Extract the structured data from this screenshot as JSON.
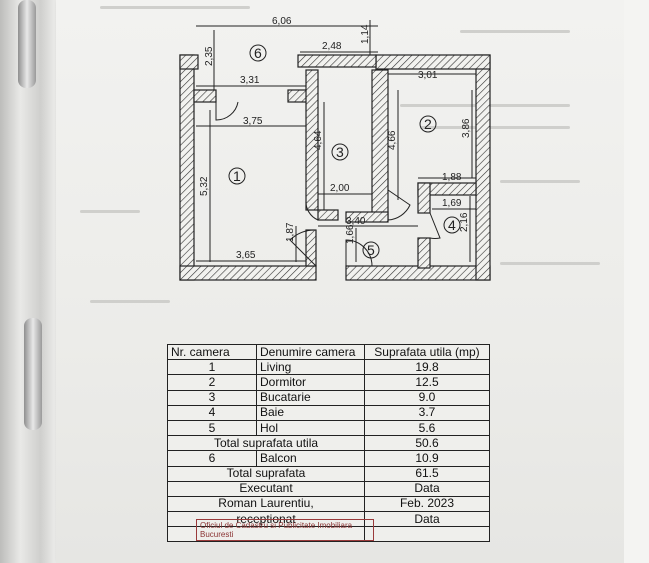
{
  "plan": {
    "dimensions": {
      "top_total": "6,06",
      "top_right": "1,14",
      "left_balcony": "2,35",
      "balcony_width": "2,48",
      "living_top": "3,31",
      "bedroom_width": "3,01",
      "living_width": "3,75",
      "kitchen_height": "4,64",
      "kitchen_height2": "4,66",
      "bedroom_height": "3,86",
      "living_height": "5,32",
      "kitchen_width": "2,00",
      "bath_top": "1,88",
      "bath_width": "1,69",
      "bath_height": "2,16",
      "hall_width": "3,40",
      "living_lower": "1,87",
      "hall_height": "1,66",
      "living_bottom": "3,65"
    },
    "room_numbers": [
      "1",
      "2",
      "3",
      "4",
      "5",
      "6"
    ]
  },
  "table": {
    "headers": [
      "Nr. camera",
      "Denumire camera",
      "Suprafata utila (mp)"
    ],
    "rows": [
      [
        "1",
        "Living",
        "19.8"
      ],
      [
        "2",
        "Dormitor",
        "12.5"
      ],
      [
        "3",
        "Bucatarie",
        "9.0"
      ],
      [
        "4",
        "Baie",
        "3.7"
      ],
      [
        "5",
        "Hol",
        "5.6"
      ]
    ],
    "total_utila_label": "Total suprafata utila",
    "total_utila_value": "50.6",
    "balcon_nr": "6",
    "balcon_name": "Balcon",
    "balcon_value": "10.9",
    "total_label": "Total suprafata",
    "total_value": "61.5",
    "executant_label": "Executant",
    "data_label": "Data",
    "executant_name": "Roman Laurentiu,",
    "date": "Feb. 2023",
    "receptionat": "receptionat",
    "data_label2": "Data"
  },
  "stamp": {
    "text": "Oficiul de Cadastru si Publicitate Imobiliara Bucuresti"
  }
}
